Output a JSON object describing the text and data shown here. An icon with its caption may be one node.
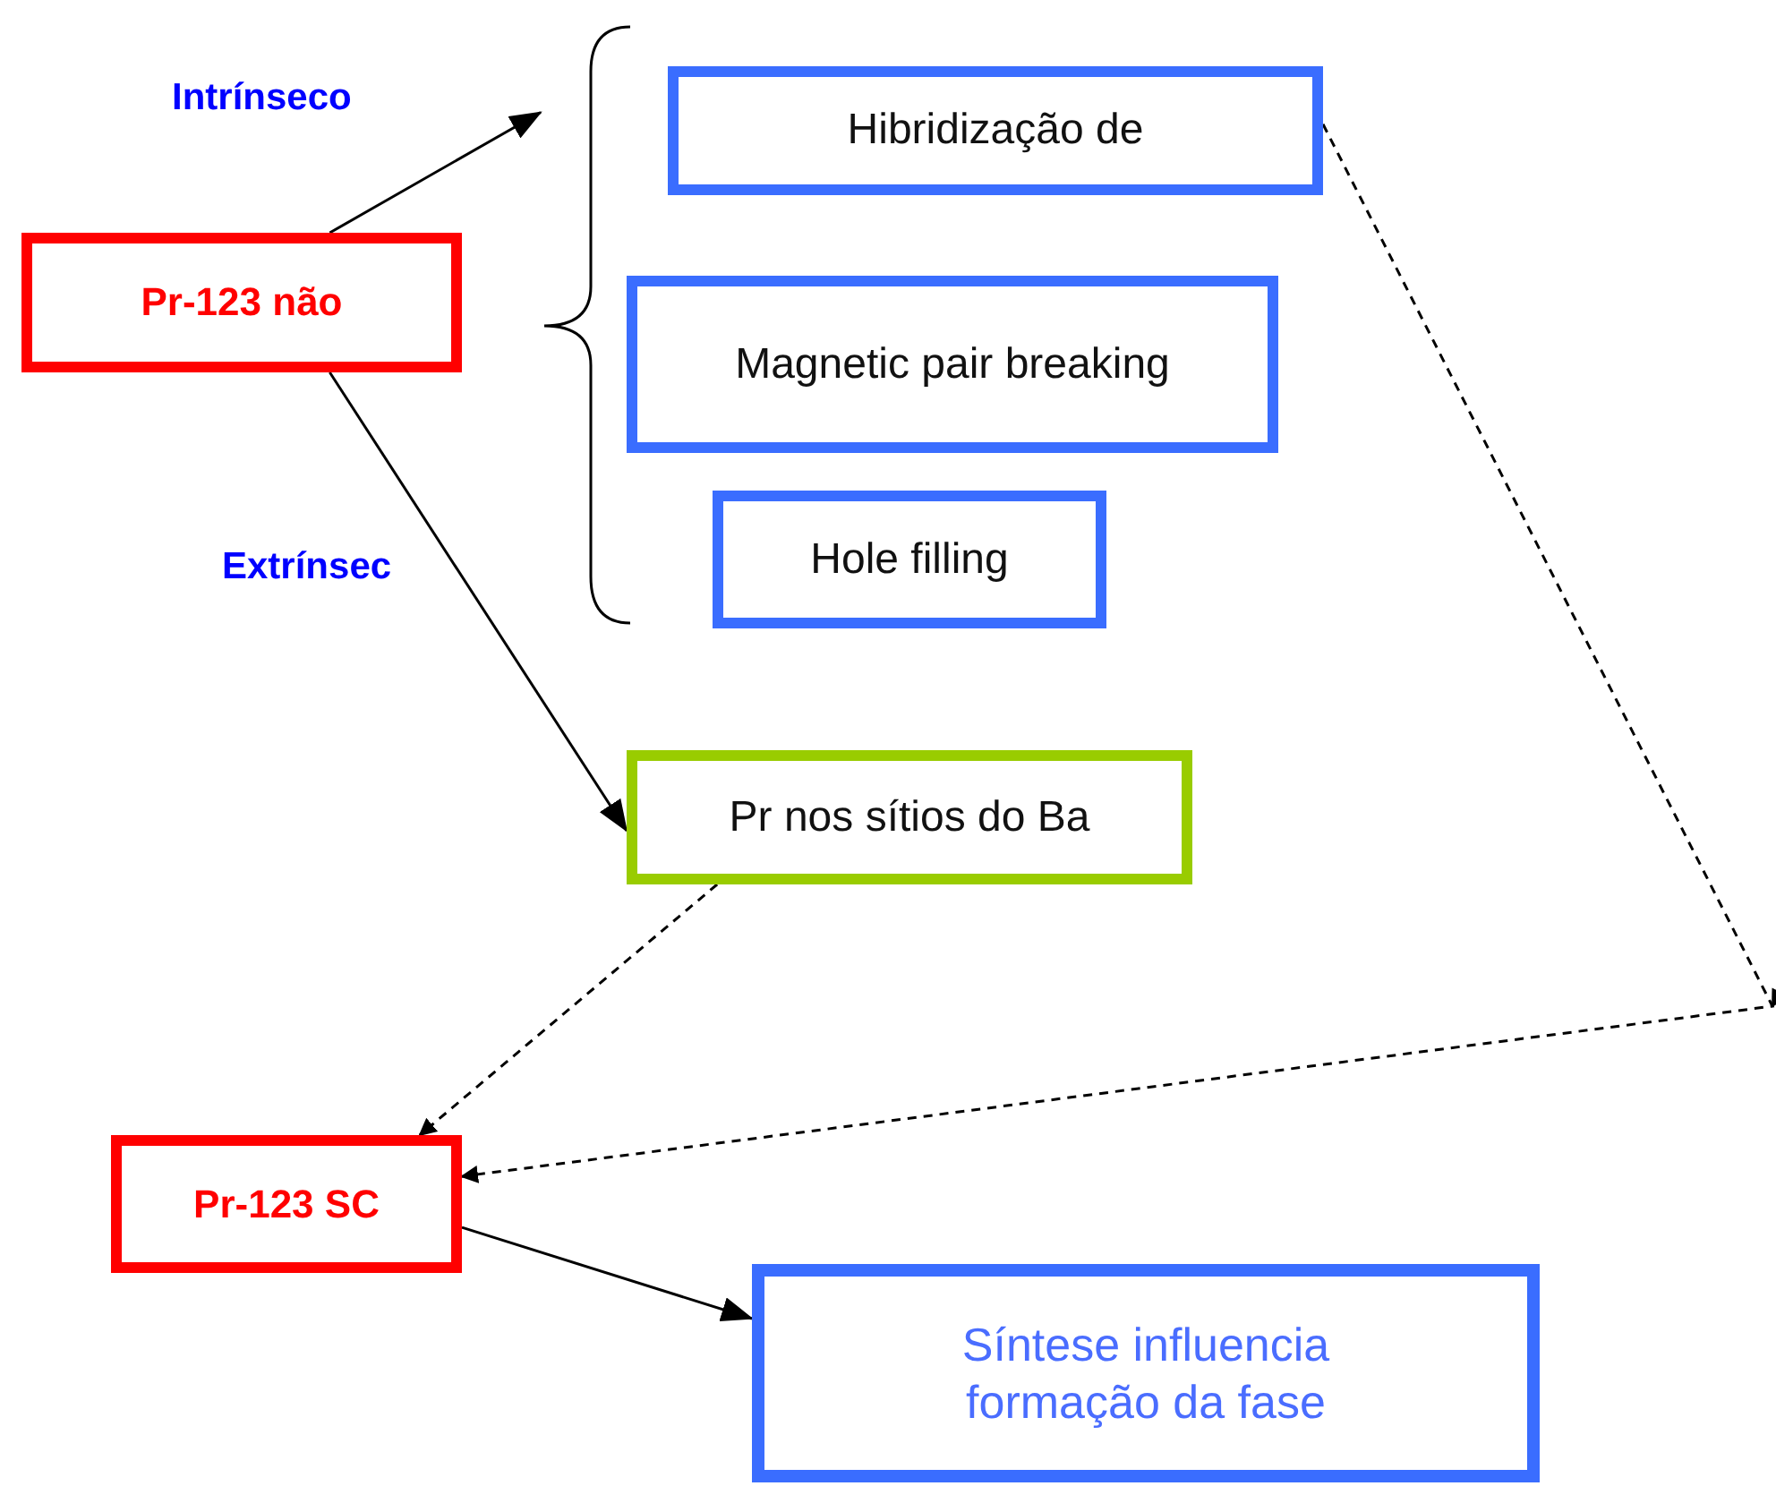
{
  "diagram": {
    "nodes": [
      {
        "text": [
          "Pr-123 não"
        ]
      },
      {
        "text": [
          "Hibridização de"
        ]
      },
      {
        "text": [
          "Magnetic pair breaking"
        ]
      },
      {
        "text": [
          "Hole filling"
        ]
      },
      {
        "text": [
          "Pr nos sítios do Ba"
        ]
      },
      {
        "text": [
          "Pr-123 SC"
        ]
      },
      {
        "text": [
          "Síntese influencia formação da fase"
        ]
      },
      {
        "text": [],
        "shape": "brace"
      }
    ],
    "edges": [
      {
        "from": 0,
        "to": 7,
        "arrow": "to",
        "label": "Intrínseco"
      },
      {
        "from": 0,
        "to": 4,
        "arrow": "to",
        "label": "Extrínsec"
      },
      {
        "from": 4,
        "to": 5,
        "arrow": "to",
        "style": "dashed"
      },
      {
        "from": 1,
        "to": 5,
        "arrow": "to",
        "style": "dashed"
      },
      {
        "from": 5,
        "to": 6,
        "arrow": "to"
      }
    ]
  }
}
